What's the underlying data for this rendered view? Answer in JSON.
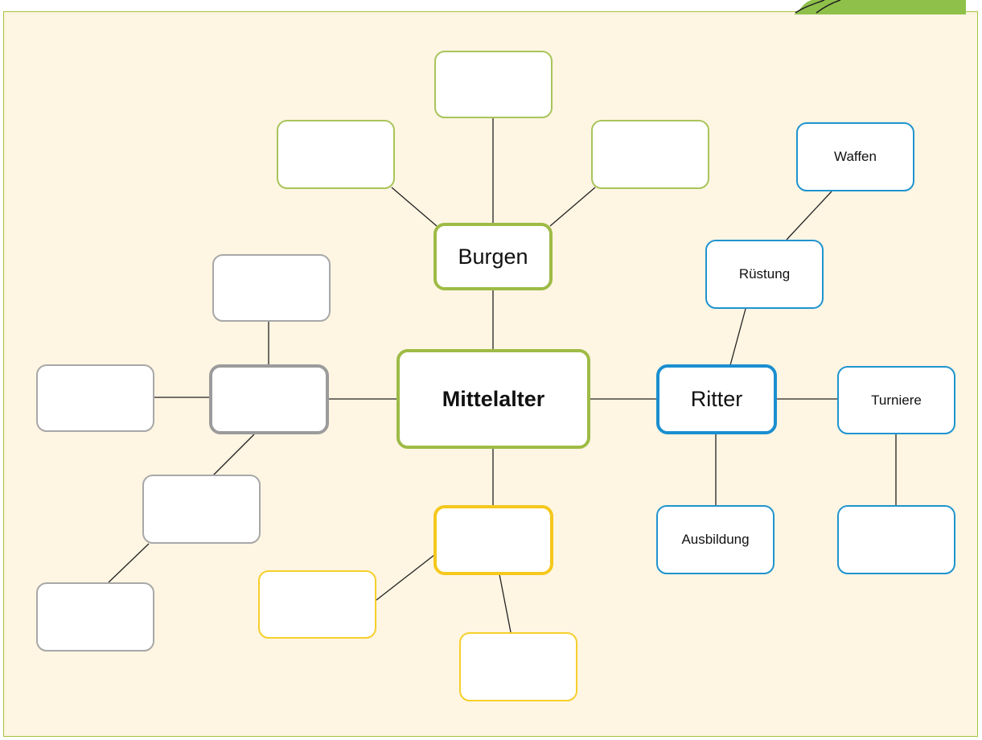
{
  "colors": {
    "background": "#fef5e2",
    "green": "#9ebb46",
    "blue": "#1a8fd0",
    "gray": "#9b9b9b",
    "yellow": "#f4c81d",
    "line": "#222222"
  },
  "mindmap": {
    "center": "Mittelalter",
    "branches": {
      "burgen": {
        "label": "Burgen",
        "children": [
          "",
          "",
          ""
        ]
      },
      "ritter": {
        "label": "Ritter",
        "children": [
          "Rüstung",
          "Waffen",
          "Turniere",
          "Ausbildung",
          ""
        ]
      },
      "gray": {
        "label": "",
        "children": [
          "",
          "",
          "",
          ""
        ]
      },
      "yellow": {
        "label": "",
        "children": [
          "",
          ""
        ]
      }
    }
  }
}
